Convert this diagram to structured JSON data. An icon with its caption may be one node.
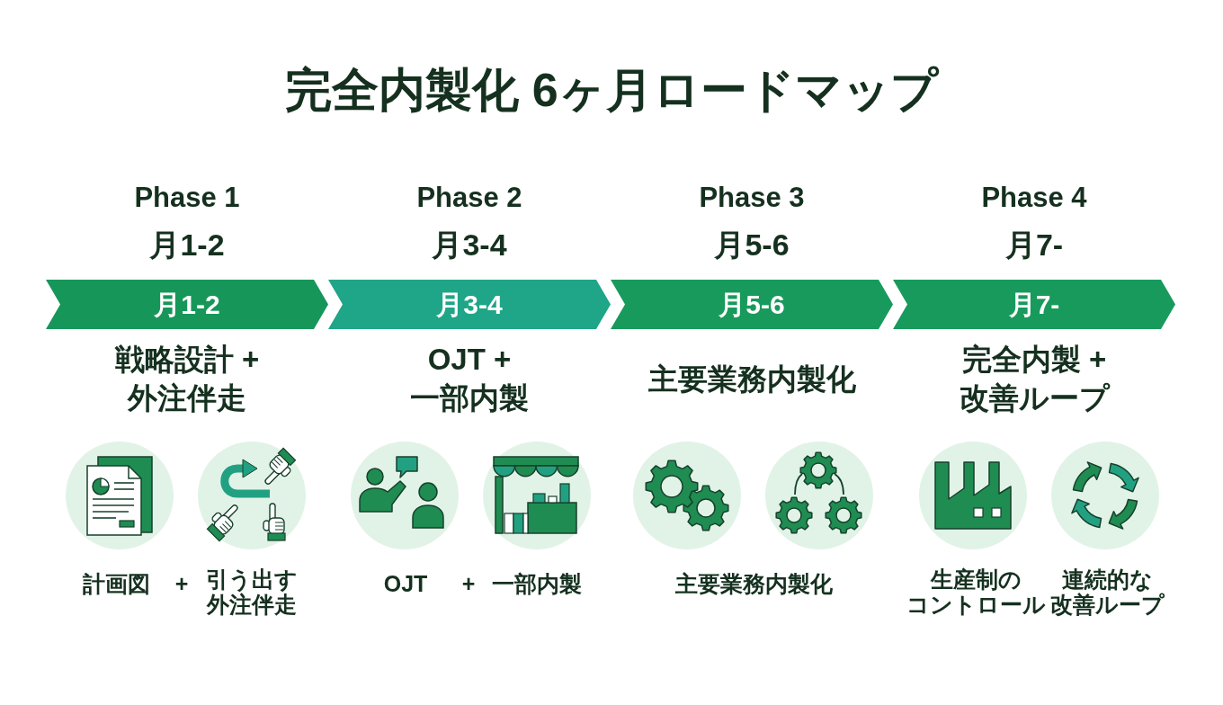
{
  "diagram": {
    "title": "完全内製化 6ヶ月ロードマップ",
    "nodes": [
      {
        "text": [
          "Phase 1",
          "月1-2",
          "月1-2"
        ],
        "beside": [
          "戦略設計 + 外注伴走"
        ]
      },
      {
        "text": [
          "Phase 2",
          "月3-4",
          "月3-4"
        ],
        "beside": [
          "OJT + 一部内製"
        ]
      },
      {
        "text": [
          "Phase 3",
          "月5-6",
          "月5-6"
        ],
        "beside": [
          "主要業務内製化"
        ]
      },
      {
        "text": [
          "Phase 4",
          "月7-",
          "月7-"
        ],
        "beside": [
          "完全内製 + 改善ループ"
        ]
      }
    ],
    "labels": [
      "計画図",
      "+",
      "引う出す外注伴走",
      "OJT",
      "+",
      "一部内製",
      "主要業務内製化",
      "生産制のコントロール",
      "連続的な改善ループ"
    ]
  }
}
